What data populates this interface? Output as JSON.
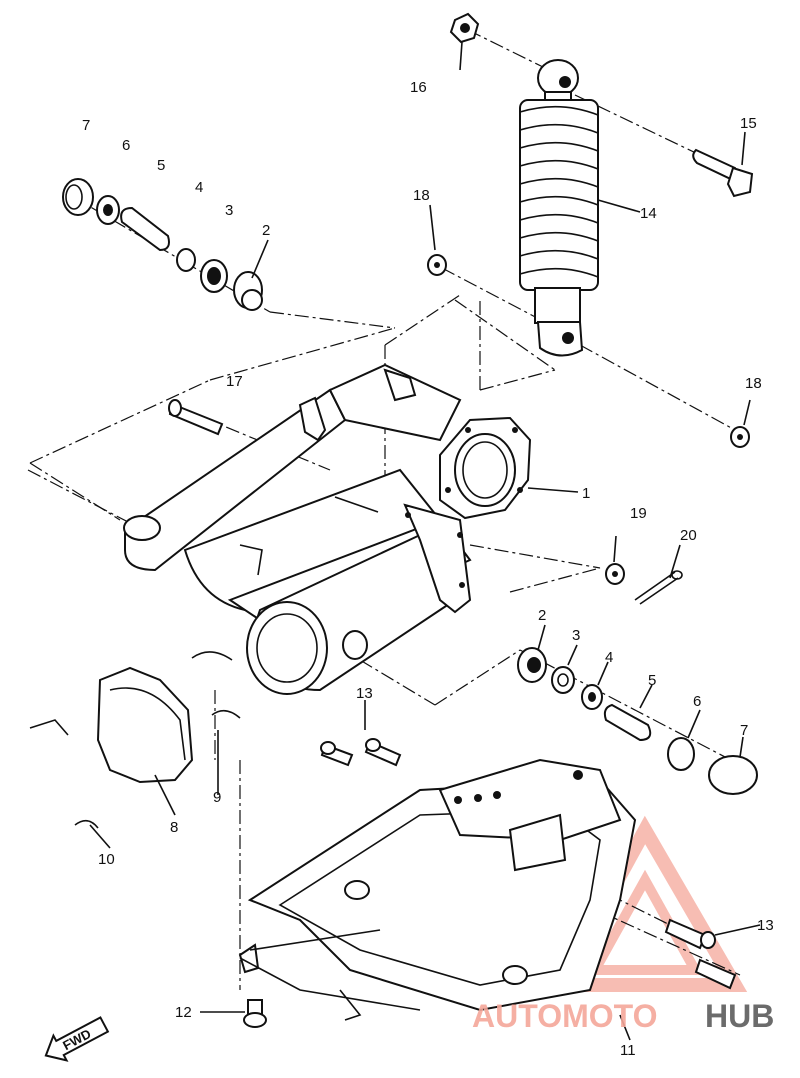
{
  "labels": {
    "l1": "1",
    "l2a": "2",
    "l2b": "2",
    "l3a": "3",
    "l3b": "3",
    "l4a": "4",
    "l4b": "4",
    "l5a": "5",
    "l5b": "5",
    "l6a": "6",
    "l6b": "6",
    "l7a": "7",
    "l7b": "7",
    "l8": "8",
    "l9": "9",
    "l10": "10",
    "l11": "11",
    "l12": "12",
    "l13a": "13",
    "l13b": "13",
    "l14": "14",
    "l15": "15",
    "l16": "16",
    "l17": "17",
    "l18a": "18",
    "l18b": "18",
    "l19": "19",
    "l20": "20"
  },
  "fwd_label": "FWD",
  "watermark": {
    "part1": "AUTOMOTO",
    "part2": "HUB",
    "color_light": "#f5a79a",
    "color_brand": "#ee3b2b",
    "color_dark": "#3a3a3a"
  }
}
